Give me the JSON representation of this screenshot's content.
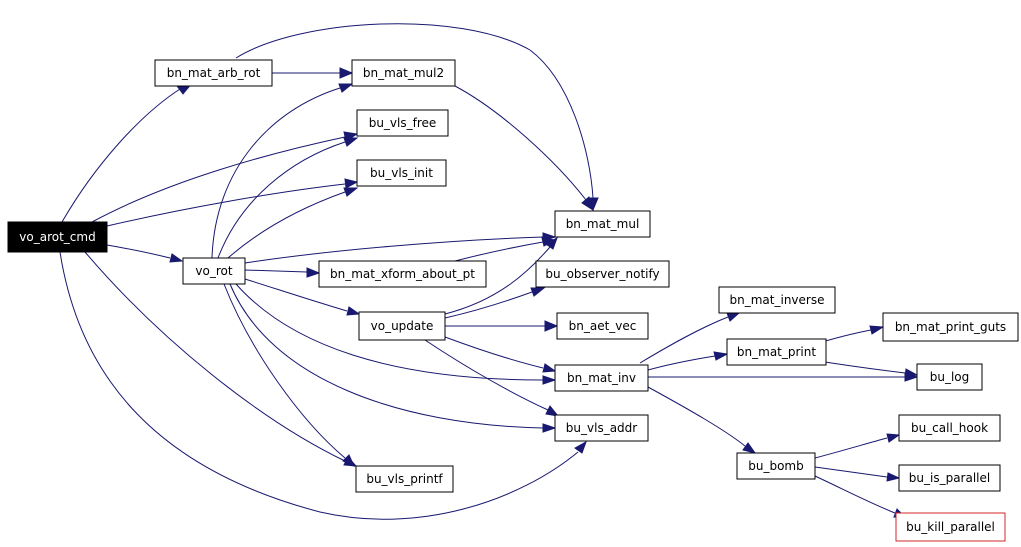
{
  "diagram": {
    "type": "call-graph",
    "colors": {
      "edge": "#191970",
      "root_fill": "#000000",
      "root_text": "#ffffff",
      "node_border": "#000000",
      "truncated_border": "#d62728"
    },
    "nodes": [
      {
        "id": "vo_arot_cmd",
        "label": "vo_arot_cmd",
        "style": "root"
      },
      {
        "id": "bn_mat_arb_rot",
        "label": "bn_mat_arb_rot"
      },
      {
        "id": "bn_mat_mul2",
        "label": "bn_mat_mul2"
      },
      {
        "id": "bu_vls_free",
        "label": "bu_vls_free"
      },
      {
        "id": "bu_vls_init",
        "label": "bu_vls_init"
      },
      {
        "id": "bn_mat_mul",
        "label": "bn_mat_mul"
      },
      {
        "id": "vo_rot",
        "label": "vo_rot"
      },
      {
        "id": "bn_mat_xform_about_pt",
        "label": "bn_mat_xform_about_pt"
      },
      {
        "id": "bu_observer_notify",
        "label": "bu_observer_notify"
      },
      {
        "id": "vo_update",
        "label": "vo_update"
      },
      {
        "id": "bn_aet_vec",
        "label": "bn_aet_vec"
      },
      {
        "id": "bn_mat_inverse",
        "label": "bn_mat_inverse"
      },
      {
        "id": "bn_mat_print",
        "label": "bn_mat_print"
      },
      {
        "id": "bn_mat_print_guts",
        "label": "bn_mat_print_guts"
      },
      {
        "id": "bn_mat_inv",
        "label": "bn_mat_inv"
      },
      {
        "id": "bu_log",
        "label": "bu_log"
      },
      {
        "id": "bu_vls_addr",
        "label": "bu_vls_addr"
      },
      {
        "id": "bu_call_hook",
        "label": "bu_call_hook"
      },
      {
        "id": "bu_bomb",
        "label": "bu_bomb"
      },
      {
        "id": "bu_is_parallel",
        "label": "bu_is_parallel"
      },
      {
        "id": "bu_vls_printf",
        "label": "bu_vls_printf"
      },
      {
        "id": "bu_kill_parallel",
        "label": "bu_kill_parallel",
        "style": "truncated"
      }
    ],
    "edges": [
      {
        "from": "vo_arot_cmd",
        "to": "bn_mat_arb_rot"
      },
      {
        "from": "vo_arot_cmd",
        "to": "bu_vls_free"
      },
      {
        "from": "vo_arot_cmd",
        "to": "bu_vls_init"
      },
      {
        "from": "vo_arot_cmd",
        "to": "vo_rot"
      },
      {
        "from": "vo_arot_cmd",
        "to": "bu_vls_printf"
      },
      {
        "from": "vo_arot_cmd",
        "to": "bu_vls_addr"
      },
      {
        "from": "bn_mat_arb_rot",
        "to": "bn_mat_mul2"
      },
      {
        "from": "bn_mat_arb_rot",
        "to": "bn_mat_mul"
      },
      {
        "from": "bn_mat_mul2",
        "to": "bn_mat_mul"
      },
      {
        "from": "vo_rot",
        "to": "bn_mat_mul2"
      },
      {
        "from": "vo_rot",
        "to": "bu_vls_free"
      },
      {
        "from": "vo_rot",
        "to": "bu_vls_init"
      },
      {
        "from": "vo_rot",
        "to": "bn_mat_mul"
      },
      {
        "from": "vo_rot",
        "to": "bn_mat_xform_about_pt"
      },
      {
        "from": "vo_rot",
        "to": "vo_update"
      },
      {
        "from": "vo_rot",
        "to": "bn_mat_inv"
      },
      {
        "from": "vo_rot",
        "to": "bu_vls_addr"
      },
      {
        "from": "vo_rot",
        "to": "bu_vls_printf"
      },
      {
        "from": "bn_mat_xform_about_pt",
        "to": "bn_mat_mul"
      },
      {
        "from": "vo_update",
        "to": "bn_mat_mul"
      },
      {
        "from": "vo_update",
        "to": "bu_observer_notify"
      },
      {
        "from": "vo_update",
        "to": "bn_aet_vec"
      },
      {
        "from": "vo_update",
        "to": "bn_mat_inv"
      },
      {
        "from": "vo_update",
        "to": "bu_vls_addr"
      },
      {
        "from": "bn_mat_inv",
        "to": "bn_mat_inverse"
      },
      {
        "from": "bn_mat_inv",
        "to": "bn_mat_print"
      },
      {
        "from": "bn_mat_inv",
        "to": "bu_log"
      },
      {
        "from": "bn_mat_inv",
        "to": "bu_bomb"
      },
      {
        "from": "bn_mat_print",
        "to": "bn_mat_print_guts"
      },
      {
        "from": "bn_mat_print",
        "to": "bu_log"
      },
      {
        "from": "bu_bomb",
        "to": "bu_call_hook"
      },
      {
        "from": "bu_bomb",
        "to": "bu_is_parallel"
      },
      {
        "from": "bu_bomb",
        "to": "bu_kill_parallel"
      }
    ]
  }
}
